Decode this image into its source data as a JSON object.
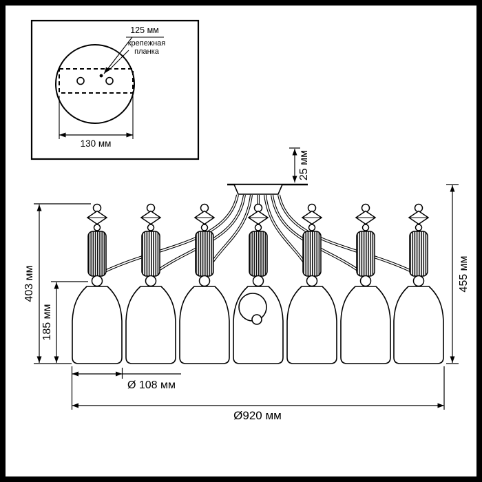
{
  "inset": {
    "hole_spacing_label": "125 мм",
    "plate_label_line1": "крепежная",
    "plate_label_line2": "планка",
    "plate_width_label": "130 мм"
  },
  "dimensions": {
    "canopy_drop_label": "25 мм",
    "body_height_label": "403 мм",
    "shade_height_label": "185 мм",
    "total_height_label": "455 мм",
    "shade_diameter_label": "Ø 108 мм",
    "fixture_diameter_label": "Ø920 мм"
  },
  "fixture": {
    "lamp_count": 7
  },
  "colors": {
    "line": "#000000",
    "background": "#ffffff"
  }
}
